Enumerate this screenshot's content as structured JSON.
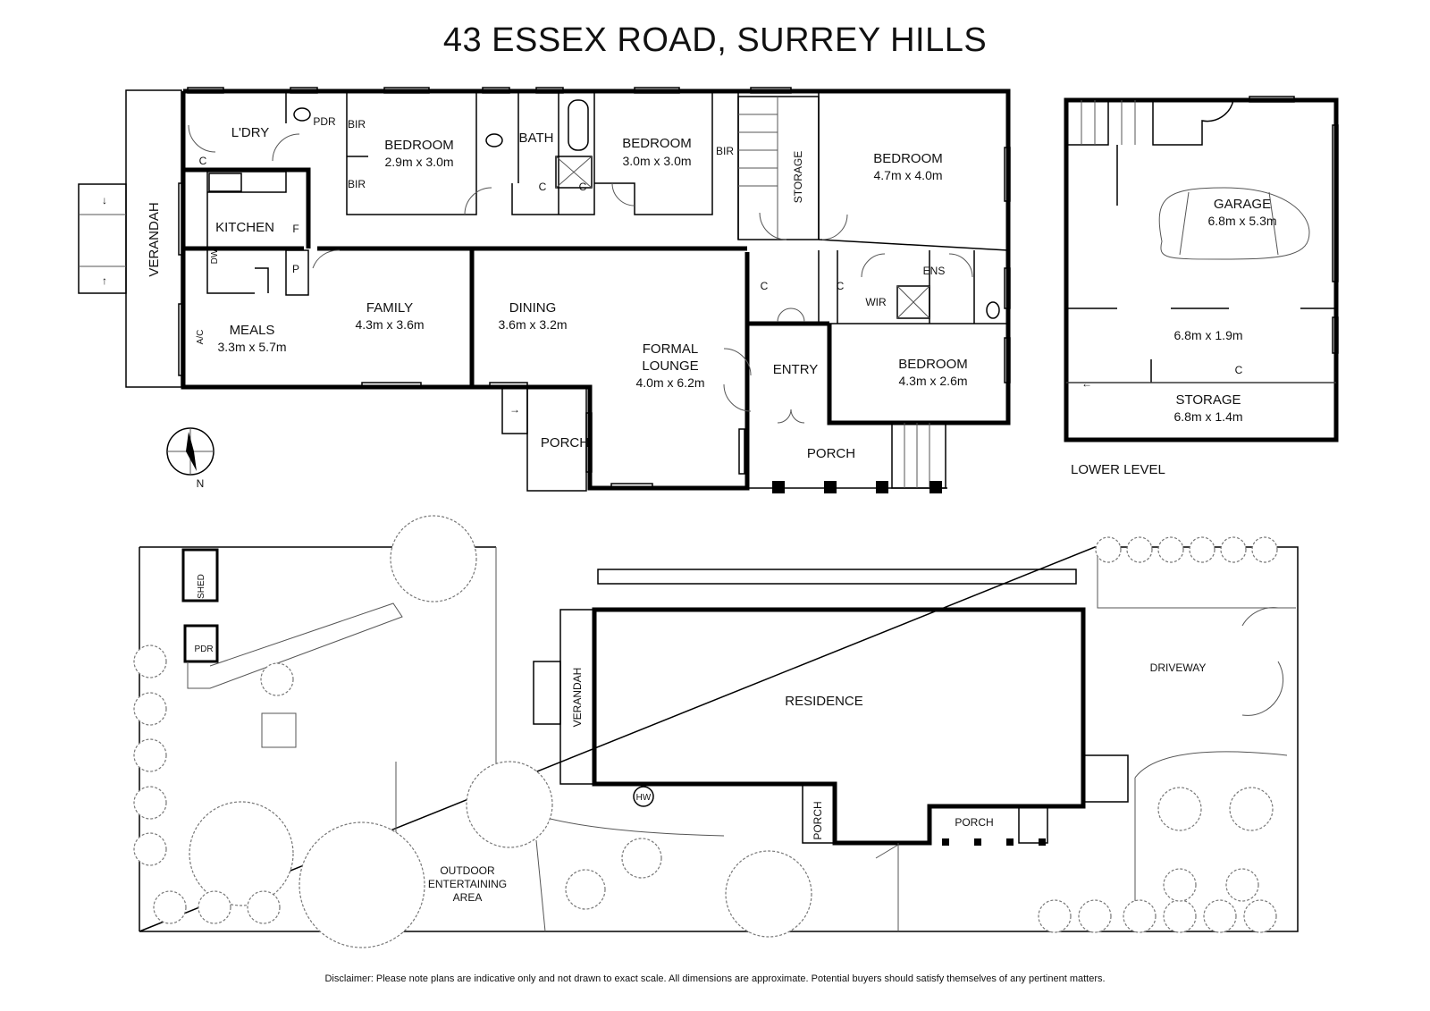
{
  "title": "43 ESSEX ROAD, SURREY HILLS",
  "disclaimer": "Disclaimer: Please note plans are indicative only and not drawn to exact scale. All dimensions are approximate. Potential buyers should satisfy themselves of any pertinent matters.",
  "main_level": {
    "verandah": "VERANDAH",
    "laundry": "L'DRY",
    "powder": "PDR",
    "bir": "BIR",
    "bedroom2": {
      "name": "BEDROOM",
      "dims": "2.9m x 3.0m"
    },
    "bath": "BATH",
    "bedroom3": {
      "name": "BEDROOM",
      "dims": "3.0m x 3.0m"
    },
    "storage": "STORAGE",
    "bedroom1": {
      "name": "BEDROOM",
      "dims": "4.7m x 4.0m"
    },
    "kitchen": "KITCHEN",
    "kitchen_f": "F",
    "kitchen_p": "P",
    "kitchen_dw": "DW",
    "cupboard": "C",
    "ac": "A/C",
    "meals": {
      "name": "MEALS",
      "dims": "3.3m x 5.7m"
    },
    "family": {
      "name": "FAMILY",
      "dims": "4.3m x 3.6m"
    },
    "dining": {
      "name": "DINING",
      "dims": "3.6m x 3.2m"
    },
    "formal_lounge": {
      "name_line1": "FORMAL",
      "name_line2": "LOUNGE",
      "dims": "4.0m x 6.2m"
    },
    "entry": "ENTRY",
    "wir": "WIR",
    "ens": "ENS",
    "bedroom4": {
      "name": "BEDROOM",
      "dims": "4.3m x 2.6m"
    },
    "porch": "PORCH",
    "compass": "N"
  },
  "lower_level": {
    "caption": "LOWER LEVEL",
    "garage": {
      "name": "GARAGE",
      "dims": "6.8m x 5.3m"
    },
    "area": {
      "dims": "6.8m x 1.9m"
    },
    "cupboard": "C",
    "storage": {
      "name": "STORAGE",
      "dims": "6.8m x 1.4m"
    }
  },
  "site_plan": {
    "shed": "SHED",
    "powder": "PDR",
    "verandah": "VERANDAH",
    "residence": "RESIDENCE",
    "hw": "HW",
    "porch_side": "PORCH",
    "porch_front": "PORCH",
    "driveway": "DRIVEWAY",
    "outdoor_line1": "OUTDOOR",
    "outdoor_line2": "ENTERTAINING",
    "outdoor_line3": "AREA"
  }
}
